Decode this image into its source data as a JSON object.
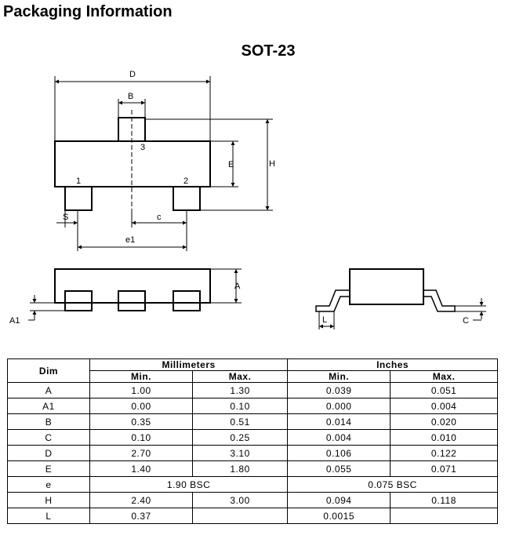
{
  "title": "Packaging Information",
  "package": "SOT-23",
  "drawing_labels": {
    "D": "D",
    "B": "B",
    "E": "E",
    "H": "H",
    "pin1": "1",
    "pin2": "2",
    "pin3": "3",
    "S": "S",
    "c": "c",
    "e1": "e1",
    "A": "A",
    "A1": "A1",
    "L": "L",
    "C": "C"
  },
  "table": {
    "dim_header": "Dim",
    "mm_header": "Millimeters",
    "in_header": "Inches",
    "min": "Min.",
    "max": "Max.",
    "rows": [
      {
        "dim": "A",
        "mm_min": "1.00",
        "mm_max": "1.30",
        "in_min": "0.039",
        "in_max": "0.051"
      },
      {
        "dim": "A1",
        "mm_min": "0.00",
        "mm_max": "0.10",
        "in_min": "0.000",
        "in_max": "0.004"
      },
      {
        "dim": "B",
        "mm_min": "0.35",
        "mm_max": "0.51",
        "in_min": "0.014",
        "in_max": "0.020"
      },
      {
        "dim": "C",
        "mm_min": "0.10",
        "mm_max": "0.25",
        "in_min": "0.004",
        "in_max": "0.010"
      },
      {
        "dim": "D",
        "mm_min": "2.70",
        "mm_max": "3.10",
        "in_min": "0.106",
        "in_max": "0.122"
      },
      {
        "dim": "E",
        "mm_min": "1.40",
        "mm_max": "1.80",
        "in_min": "0.055",
        "in_max": "0.071"
      },
      {
        "dim": "e",
        "mm_bsc": "1.90 BSC",
        "in_bsc": "0.075 BSC"
      },
      {
        "dim": "H",
        "mm_min": "2.40",
        "mm_max": "3.00",
        "in_min": "0.094",
        "in_max": "0.118"
      },
      {
        "dim": "L",
        "mm_min": "0.37",
        "mm_max": "",
        "in_min": "0.0015",
        "in_max": ""
      }
    ]
  }
}
